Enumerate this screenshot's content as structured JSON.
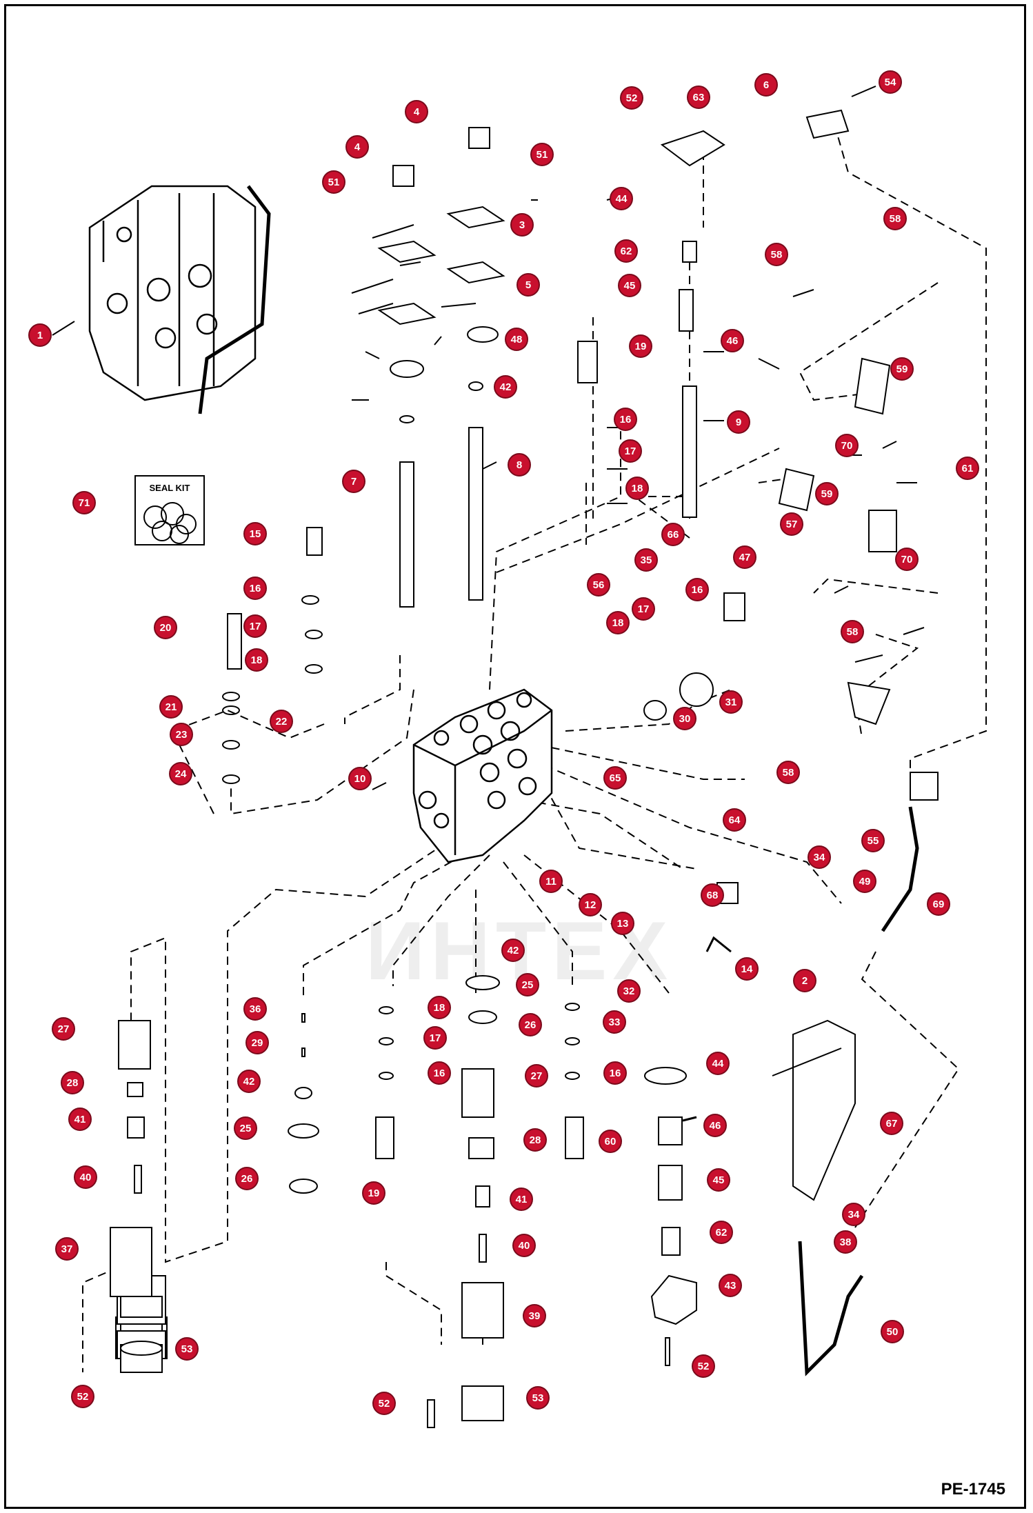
{
  "drawing_code": "PE-1745",
  "watermark_text": "ИНТЕХ",
  "seal_kit_label": "SEAL KIT",
  "callout_color": "#c8102e",
  "callouts": [
    {
      "id": "c1",
      "label": "1"
    },
    {
      "id": "c2",
      "label": "2"
    },
    {
      "id": "c3",
      "label": "3"
    },
    {
      "id": "c4a",
      "label": "4"
    },
    {
      "id": "c4b",
      "label": "4"
    },
    {
      "id": "c5",
      "label": "5"
    },
    {
      "id": "c6",
      "label": "6"
    },
    {
      "id": "c7",
      "label": "7"
    },
    {
      "id": "c8",
      "label": "8"
    },
    {
      "id": "c9",
      "label": "9"
    },
    {
      "id": "c10",
      "label": "10"
    },
    {
      "id": "c11",
      "label": "11"
    },
    {
      "id": "c12",
      "label": "12"
    },
    {
      "id": "c13",
      "label": "13"
    },
    {
      "id": "c14",
      "label": "14"
    },
    {
      "id": "c15",
      "label": "15"
    },
    {
      "id": "c16a",
      "label": "16"
    },
    {
      "id": "c16b",
      "label": "16"
    },
    {
      "id": "c16c",
      "label": "16"
    },
    {
      "id": "c16d",
      "label": "16"
    },
    {
      "id": "c16e",
      "label": "16"
    },
    {
      "id": "c17a",
      "label": "17"
    },
    {
      "id": "c17b",
      "label": "17"
    },
    {
      "id": "c17c",
      "label": "17"
    },
    {
      "id": "c17d",
      "label": "17"
    },
    {
      "id": "c18a",
      "label": "18"
    },
    {
      "id": "c18b",
      "label": "18"
    },
    {
      "id": "c18c",
      "label": "18"
    },
    {
      "id": "c18d",
      "label": "18"
    },
    {
      "id": "c19a",
      "label": "19"
    },
    {
      "id": "c19b",
      "label": "19"
    },
    {
      "id": "c20",
      "label": "20"
    },
    {
      "id": "c21",
      "label": "21"
    },
    {
      "id": "c22",
      "label": "22"
    },
    {
      "id": "c23",
      "label": "23"
    },
    {
      "id": "c24",
      "label": "24"
    },
    {
      "id": "c25a",
      "label": "25"
    },
    {
      "id": "c25b",
      "label": "25"
    },
    {
      "id": "c26a",
      "label": "26"
    },
    {
      "id": "c26b",
      "label": "26"
    },
    {
      "id": "c27a",
      "label": "27"
    },
    {
      "id": "c27b",
      "label": "27"
    },
    {
      "id": "c28a",
      "label": "28"
    },
    {
      "id": "c28b",
      "label": "28"
    },
    {
      "id": "c29",
      "label": "29"
    },
    {
      "id": "c30",
      "label": "30"
    },
    {
      "id": "c31",
      "label": "31"
    },
    {
      "id": "c32",
      "label": "32"
    },
    {
      "id": "c33",
      "label": "33"
    },
    {
      "id": "c34a",
      "label": "34"
    },
    {
      "id": "c34b",
      "label": "34"
    },
    {
      "id": "c35",
      "label": "35"
    },
    {
      "id": "c36",
      "label": "36"
    },
    {
      "id": "c37",
      "label": "37"
    },
    {
      "id": "c38",
      "label": "38"
    },
    {
      "id": "c39",
      "label": "39"
    },
    {
      "id": "c40a",
      "label": "40"
    },
    {
      "id": "c40b",
      "label": "40"
    },
    {
      "id": "c41a",
      "label": "41"
    },
    {
      "id": "c41b",
      "label": "41"
    },
    {
      "id": "c42a",
      "label": "42"
    },
    {
      "id": "c42b",
      "label": "42"
    },
    {
      "id": "c42c",
      "label": "42"
    },
    {
      "id": "c43",
      "label": "43"
    },
    {
      "id": "c44a",
      "label": "44"
    },
    {
      "id": "c44b",
      "label": "44"
    },
    {
      "id": "c45a",
      "label": "45"
    },
    {
      "id": "c45b",
      "label": "45"
    },
    {
      "id": "c46a",
      "label": "46"
    },
    {
      "id": "c46b",
      "label": "46"
    },
    {
      "id": "c47",
      "label": "47"
    },
    {
      "id": "c48",
      "label": "48"
    },
    {
      "id": "c49",
      "label": "49"
    },
    {
      "id": "c50",
      "label": "50"
    },
    {
      "id": "c51a",
      "label": "51"
    },
    {
      "id": "c51b",
      "label": "51"
    },
    {
      "id": "c52a",
      "label": "52"
    },
    {
      "id": "c52b",
      "label": "52"
    },
    {
      "id": "c52c",
      "label": "52"
    },
    {
      "id": "c52d",
      "label": "52"
    },
    {
      "id": "c53a",
      "label": "53"
    },
    {
      "id": "c53b",
      "label": "53"
    },
    {
      "id": "c54",
      "label": "54"
    },
    {
      "id": "c55",
      "label": "55"
    },
    {
      "id": "c56",
      "label": "56"
    },
    {
      "id": "c57",
      "label": "57"
    },
    {
      "id": "c58a",
      "label": "58"
    },
    {
      "id": "c58b",
      "label": "58"
    },
    {
      "id": "c58c",
      "label": "58"
    },
    {
      "id": "c58d",
      "label": "58"
    },
    {
      "id": "c59a",
      "label": "59"
    },
    {
      "id": "c59b",
      "label": "59"
    },
    {
      "id": "c60",
      "label": "60"
    },
    {
      "id": "c61",
      "label": "61"
    },
    {
      "id": "c62a",
      "label": "62"
    },
    {
      "id": "c62b",
      "label": "62"
    },
    {
      "id": "c63",
      "label": "63"
    },
    {
      "id": "c64",
      "label": "64"
    },
    {
      "id": "c65",
      "label": "65"
    },
    {
      "id": "c66",
      "label": "66"
    },
    {
      "id": "c67",
      "label": "67"
    },
    {
      "id": "c68",
      "label": "68"
    },
    {
      "id": "c69",
      "label": "69"
    },
    {
      "id": "c70a",
      "label": "70"
    },
    {
      "id": "c70b",
      "label": "70"
    },
    {
      "id": "c71",
      "label": "71"
    }
  ]
}
